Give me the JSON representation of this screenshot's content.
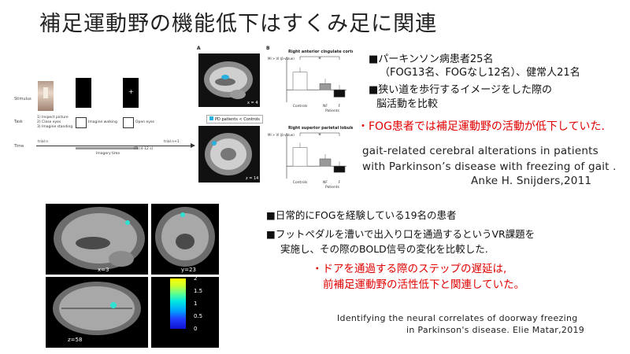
{
  "title": "補足運動野の機能低下はすくみ足に関連",
  "study1": {
    "bullets": [
      {
        "marker": "■",
        "text": "パーキンソン病患者25名"
      },
      {
        "marker": "",
        "text": "（FOG13名、FOGなし12名）、健常人21名"
      },
      {
        "marker": "■",
        "text": "狭い道を歩行するイメージをした際の"
      },
      {
        "marker": "",
        "text": "脳活動を比較"
      }
    ],
    "finding": "・FOG患者では補足運動野の活動が低下していた.",
    "citation": [
      "gait-related cerebral alterations in patients",
      "with Parkinson’s disease with freezing of gait .",
      "Anke H. Snijders,2011"
    ],
    "figure": {
      "row_labels": [
        "Stimulus",
        "Task",
        "Time"
      ],
      "task_items": [
        "1) Inspect picture",
        "2) Close eyes",
        "3) Imagine standing"
      ],
      "task_imagine": "Imagine walking",
      "task_open": "Open eyes",
      "trial_n": "trial n",
      "trial_n1": "trial n+1",
      "imagery_time": "Imagery time",
      "iti": "ITI (4-12 s)",
      "fixation": "+",
      "panel_a": "A",
      "panel_b": "B",
      "legend": "PD patients < Controls",
      "x_coord": "x = 4",
      "z_coord": "z = 14",
      "charts": [
        {
          "title": "Right anterior cingulate cortex",
          "ylabel": "MI > VI (β-value)",
          "star": "*",
          "xlabels": [
            "Controls",
            "NF",
            "F"
          ],
          "patients": "Patients"
        },
        {
          "title": "Right superior parietal lobule",
          "ylabel": "MI > VI (β-value)",
          "star": "*",
          "xlabels": [
            "Controls",
            "NF",
            "F"
          ],
          "patients": "Patients"
        }
      ]
    }
  },
  "chart_data": [
    {
      "type": "bar",
      "title": "Right anterior cingulate cortex",
      "ylabel": "MI > VI (β-value)",
      "categories": [
        "Controls",
        "NF",
        "F"
      ],
      "values": [
        0.85,
        0.3,
        -0.35
      ],
      "ylim": [
        -0.6,
        1.6
      ],
      "colors": [
        "#ffffff",
        "#999999",
        "#111111"
      ],
      "significance": "*"
    },
    {
      "type": "bar",
      "title": "Right superior parietal lobule",
      "ylabel": "MI > VI (β-value)",
      "categories": [
        "Controls",
        "NF",
        "F"
      ],
      "values": [
        0.9,
        0.35,
        -0.3
      ],
      "ylim": [
        -0.6,
        1.6
      ],
      "colors": [
        "#ffffff",
        "#999999",
        "#111111"
      ],
      "significance": "*"
    }
  ],
  "study2": {
    "bullets": [
      {
        "marker": "■",
        "text": "日常的にFOGを経験している19名の患者"
      },
      {
        "marker": "■",
        "text": "フットペダルを漕いで出入り口を通過するというVR課題を"
      },
      {
        "marker": "",
        "text": "実施し、その際のBOLD信号の変化を比較した."
      }
    ],
    "finding": [
      "・ドアを通過する際のステップの遅延は,",
      "前補足運動野の活性低下と関連していた。"
    ],
    "citation": [
      "Identifying the neural correlates of doorway freezing",
      "in Parkinson's disease.  Elie Matar,2019"
    ],
    "figure": {
      "x_coord": "x=3",
      "y_coord": "y=23",
      "z_coord": "z=58",
      "colorbar_ticks": [
        "2",
        "1.5",
        "1",
        "0.5",
        "0"
      ]
    }
  }
}
